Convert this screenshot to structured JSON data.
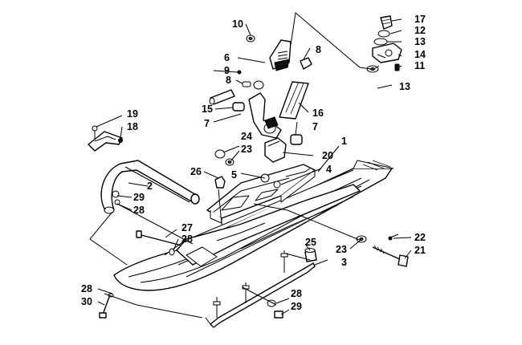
{
  "diagram": {
    "callouts": {
      "c1": "1",
      "c2": "2",
      "c3": "3",
      "c4": "4",
      "c5": "5",
      "c6": "6",
      "c7a": "7",
      "c7b": "7",
      "c8a": "8",
      "c8b": "8",
      "c9": "9",
      "c10": "10",
      "c11": "11",
      "c12": "12",
      "c13a": "13",
      "c13b": "13",
      "c14": "14",
      "c15": "15",
      "c16": "16",
      "c17": "17",
      "c18": "18",
      "c19": "19",
      "c20": "20",
      "c21": "21",
      "c22": "22",
      "c23a": "23",
      "c23b": "23",
      "c24": "24",
      "c25": "25",
      "c26": "26",
      "c27": "27",
      "c28a": "28",
      "c28b": "28",
      "c28c": "28",
      "c28d": "28",
      "c29a": "29",
      "c29b": "29",
      "c30": "30"
    }
  }
}
